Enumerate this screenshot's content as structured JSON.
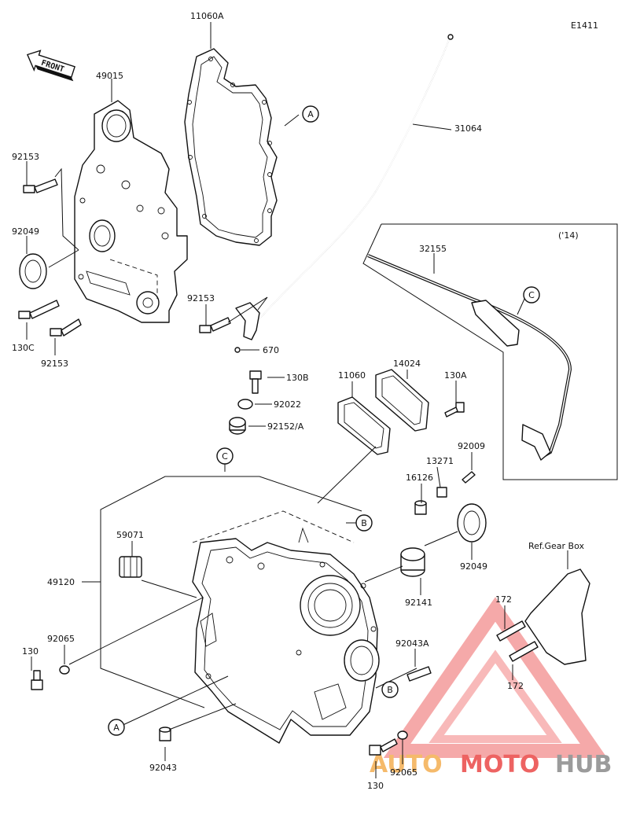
{
  "diagram_code": "E1411",
  "front_label": "FRONT",
  "variant_label": "('14)",
  "ref_label": "Ref.Gear Box",
  "callouts": [
    "A",
    "B",
    "C"
  ],
  "part_numbers": {
    "p11060A": "11060A",
    "p49015": "49015",
    "p31064": "31064",
    "p92153": "92153",
    "p92049": "92049",
    "p130C": "130C",
    "p670": "670",
    "p32155": "32155",
    "p130B": "130B",
    "p92022": "92022",
    "p92152A": "92152/A",
    "p11060": "11060",
    "p14024": "14024",
    "p130A": "130A",
    "p92009": "92009",
    "p13271": "13271",
    "p16126": "16126",
    "p59071": "59071",
    "p49120": "49120",
    "p92065": "92065",
    "p130": "130",
    "p92141": "92141",
    "p92043A": "92043A",
    "p172": "172",
    "p92043": "92043"
  },
  "watermark": {
    "part1": "AUTO",
    "part2": "MOTO",
    "part3": "HUB"
  },
  "colors": {
    "line": "#111111",
    "watermark_red": "#e8302e",
    "watermark_orange": "#f2a33a",
    "watermark_grey": "#7a7a7a"
  }
}
